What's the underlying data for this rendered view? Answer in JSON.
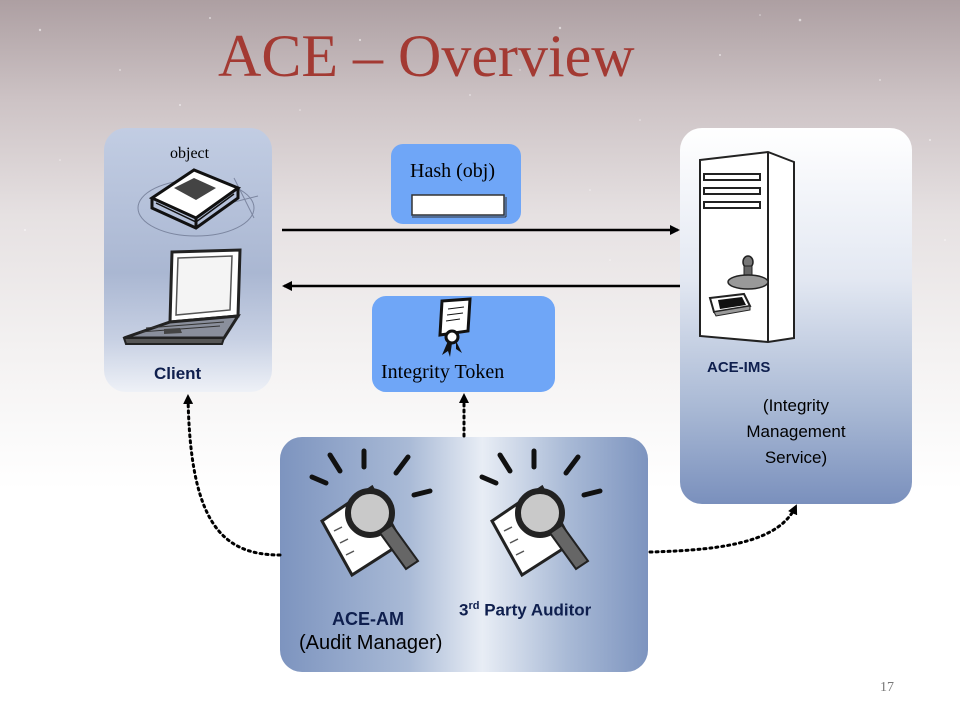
{
  "slide": {
    "title": "ACE – Overview",
    "page_number": "17"
  },
  "client": {
    "object_label": "object",
    "label": "Client"
  },
  "hash": {
    "label": "Hash (obj)"
  },
  "token": {
    "label": "Integrity Token"
  },
  "ims": {
    "label": "ACE-IMS",
    "description": "(Integrity Management Service)"
  },
  "audit_manager": {
    "label": "ACE-AM",
    "description": "(Audit Manager)"
  },
  "auditor": {
    "ordinal": "3",
    "ordinal_suffix": "rd",
    "label": "Party Auditor"
  },
  "colors": {
    "title": "#a33a33",
    "callout_box": "#6fa6f7",
    "label_navy": "#0f1f4e"
  }
}
